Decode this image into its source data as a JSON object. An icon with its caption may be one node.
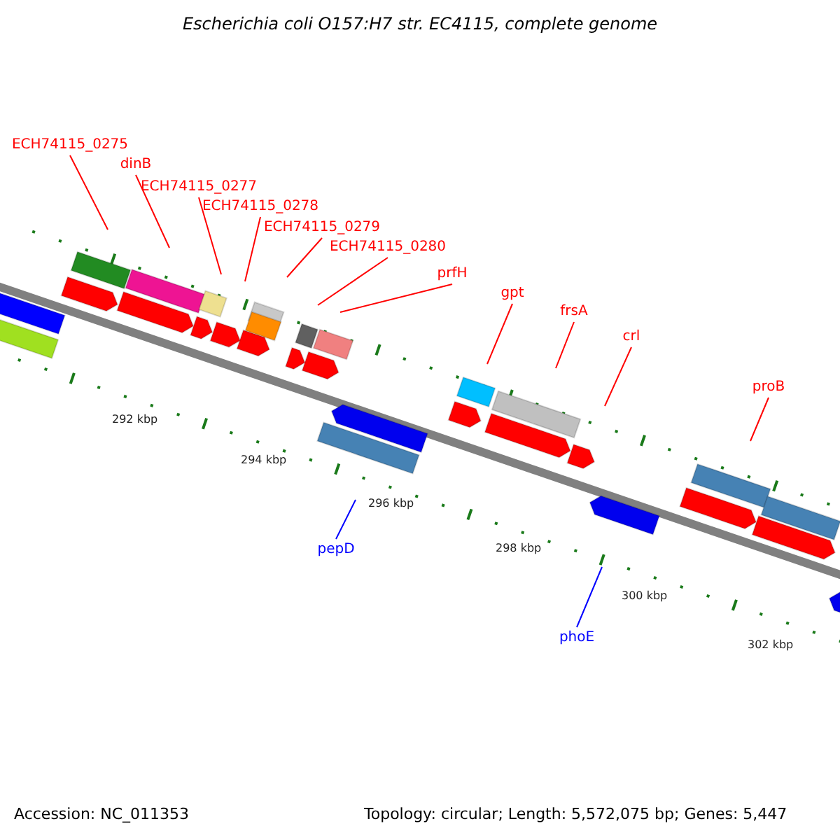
{
  "diagram": {
    "title": "Escherichia coli O157:H7 str. EC4115, complete genome",
    "nodes": [
      {
        "text": [
          "ECH74115_0275"
        ]
      },
      {
        "text": [
          "dinB"
        ]
      },
      {
        "text": [
          "ECH74115_0277"
        ]
      },
      {
        "text": [
          "ECH74115_0278"
        ]
      },
      {
        "text": [
          "ECH74115_0279"
        ]
      },
      {
        "text": [
          "ECH74115_0280"
        ]
      },
      {
        "text": [
          "prfH"
        ]
      },
      {
        "text": [
          "gpt"
        ]
      },
      {
        "text": [
          "frsA"
        ]
      },
      {
        "text": [
          "crl"
        ]
      },
      {
        "text": [
          "proB"
        ]
      },
      {
        "text": [
          "pepD"
        ]
      },
      {
        "text": [
          "phoE"
        ]
      }
    ],
    "edges": [
      {
        "from": 0,
        "to": null,
        "arrow": "none"
      },
      {
        "from": 1,
        "to": null,
        "arrow": "none"
      },
      {
        "from": 2,
        "to": null,
        "arrow": "none"
      },
      {
        "from": 3,
        "to": null,
        "arrow": "none"
      },
      {
        "from": 4,
        "to": null,
        "arrow": "none"
      },
      {
        "from": 5,
        "to": null,
        "arrow": "none"
      },
      {
        "from": 6,
        "to": null,
        "arrow": "none"
      },
      {
        "from": 7,
        "to": null,
        "arrow": "none"
      },
      {
        "from": 8,
        "to": null,
        "arrow": "none"
      },
      {
        "from": 9,
        "to": null,
        "arrow": "none"
      },
      {
        "from": 10,
        "to": null,
        "arrow": "none"
      },
      {
        "from": 11,
        "to": null,
        "arrow": "none",
        "color": "#0000ff"
      },
      {
        "from": 12,
        "to": null,
        "arrow": "none",
        "color": "#0000ff"
      }
    ],
    "labels": [
      "292 kbp",
      "294 kbp",
      "296 kbp",
      "298 kbp",
      "300 kbp",
      "302 kbp",
      "Accession: NC_011353",
      "Topology: circular; Length: 5,572,075 bp; Genes: 5,447"
    ]
  }
}
